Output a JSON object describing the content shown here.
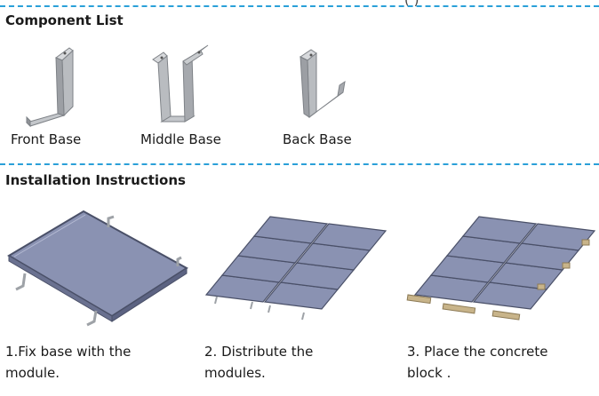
{
  "top_partial_text": "(   )",
  "component_list": {
    "heading": "Component List",
    "items": [
      {
        "label": "Front Base",
        "icon": "front-base-icon"
      },
      {
        "label": "Middle Base",
        "icon": "middle-base-icon"
      },
      {
        "label": "Back Base",
        "icon": "back-base-icon"
      }
    ]
  },
  "installation": {
    "heading": "Installation Instructions",
    "steps": [
      {
        "line1": "1.Fix base with the",
        "line2": "module."
      },
      {
        "line1": "2. Distribute the",
        "line2": "modules."
      },
      {
        "line1": "3. Place the concrete",
        "line2": "block ."
      }
    ]
  },
  "colors": {
    "divider": "#2aa0d8",
    "panel": "#8a92b2",
    "panel_edge": "#4a5068",
    "metal": "#b9bcc0",
    "concrete": "#c8b48a"
  }
}
